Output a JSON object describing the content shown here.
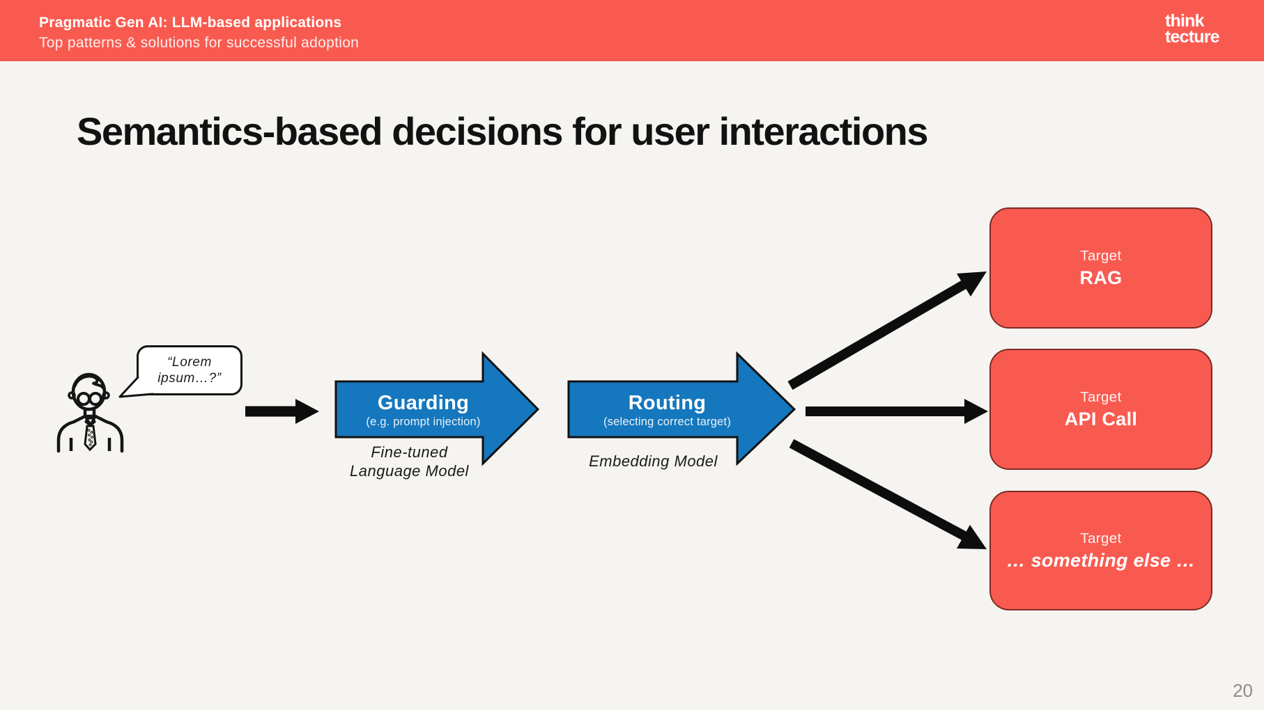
{
  "theme": {
    "accent_red": "#F95A50",
    "target_border": "#7C2B25",
    "arrow_blue": "#1577BD",
    "background": "#F6F4F1",
    "ink": "#121212",
    "connector": "#0D0D0D",
    "bubble_bg": "#FFFFFF",
    "page_gray": "#8F8D8A"
  },
  "header": {
    "title": "Pragmatic Gen AI: LLM-based applications",
    "subtitle": "Top patterns & solutions for successful adoption",
    "logo_line1": "think",
    "logo_line2": "tecture"
  },
  "slide": {
    "heading": "Semantics-based decisions for user interactions",
    "page_number": "20"
  },
  "user": {
    "icon": "person-icon",
    "bubble_line1": "“Lorem",
    "bubble_line2": "ipsum…?”"
  },
  "steps": [
    {
      "label": "Guarding",
      "note": "(e.g. prompt injection)",
      "model_line1": "Fine-tuned",
      "model_line2": "Language Model"
    },
    {
      "label": "Routing",
      "note": "(selecting correct target)",
      "model_line1": "Embedding Model"
    }
  ],
  "targets": [
    {
      "kicker": "Target",
      "name": "RAG"
    },
    {
      "kicker": "Target",
      "name": "API Call"
    },
    {
      "kicker": "Target",
      "name": "… something else …"
    }
  ]
}
